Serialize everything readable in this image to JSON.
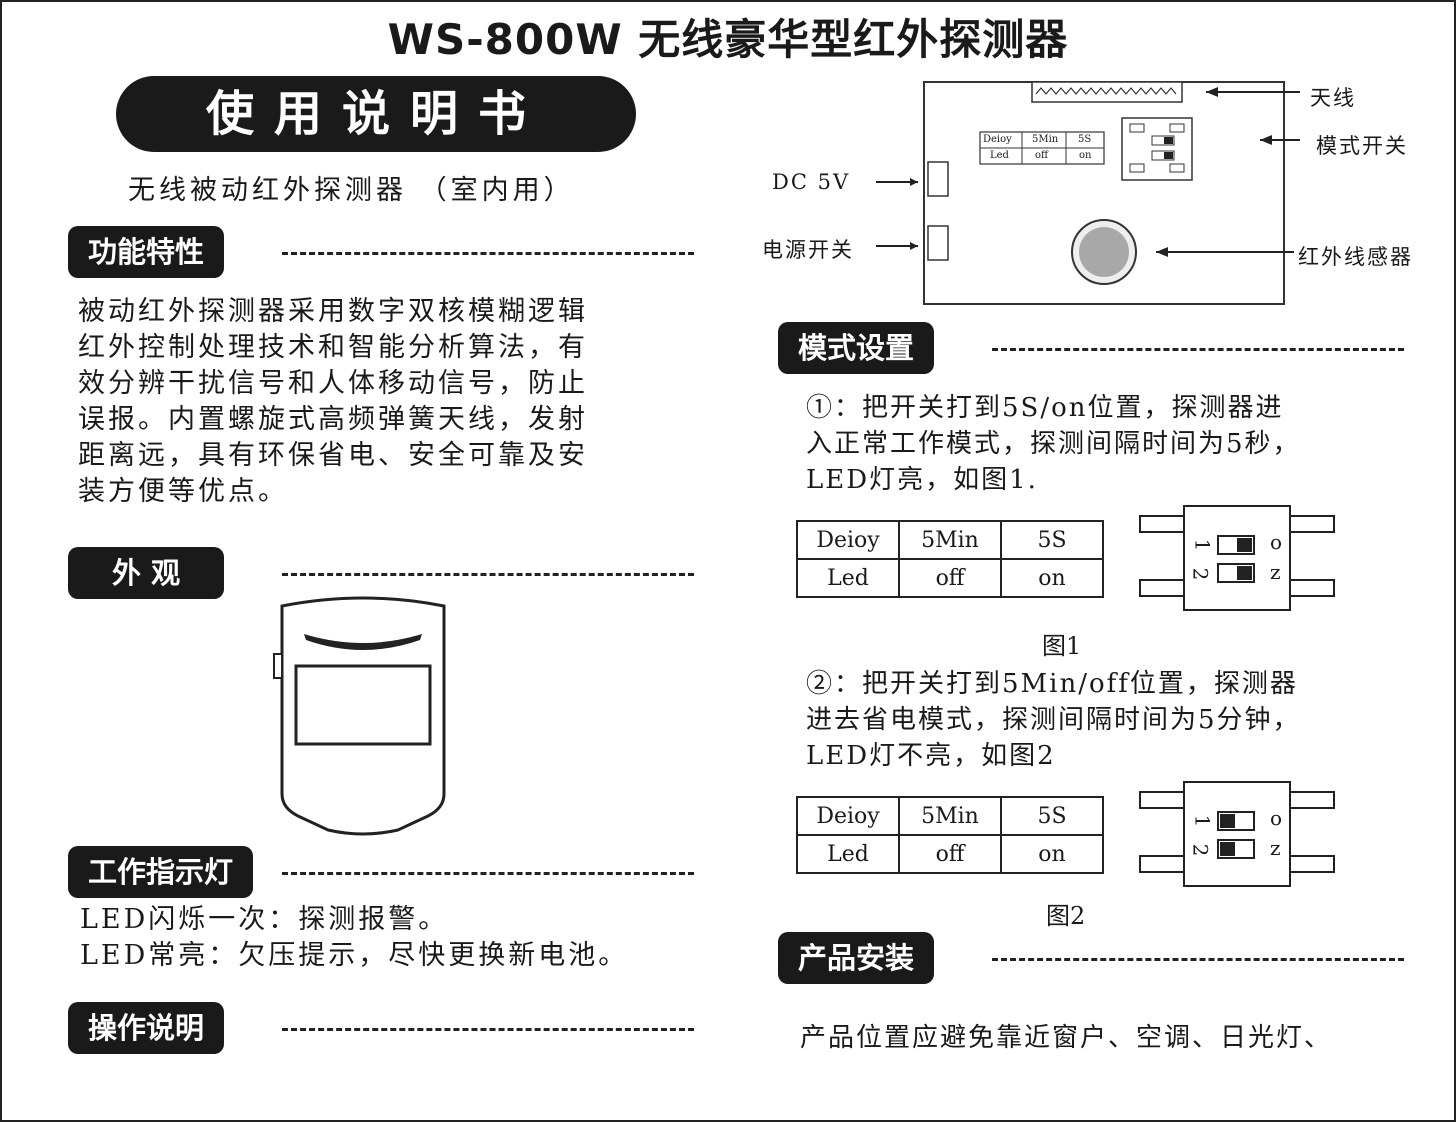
{
  "title": "WS-800W 无线豪华型红外探测器",
  "manual_label": "使用说明书",
  "subtitle": "无线被动红外探测器 （室内用）",
  "sections": {
    "features": {
      "heading": "功能特性",
      "lines": [
        "被动红外探测器采用数字双核模糊逻辑",
        "红外控制处理技术和智能分析算法，有",
        "效分辨干扰信号和人体移动信号，防止",
        "误报。内置螺旋式高频弹簧天线，发射",
        "距离远，具有环保省电、安全可靠及安",
        "装方便等优点。"
      ]
    },
    "appearance": {
      "heading": "外  观"
    },
    "indicator": {
      "heading": "工作指示灯",
      "lines": [
        "LED闪烁一次：探测报警。",
        "LED常亮：欠压提示，尽快更换新电池。"
      ]
    },
    "operation": {
      "heading": "操作说明"
    },
    "mode": {
      "heading": "模式设置",
      "step1": [
        "①：把开关打到5S/on位置，探测器进",
        "入正常工作模式，探测间隔时间为5秒，",
        "LED灯亮，如图1."
      ],
      "fig1": "图1",
      "step2": [
        "②：把开关打到5Min/off位置，探测器",
        "进去省电模式，探测间隔时间为5分钟，",
        "LED灯不亮，如图2"
      ],
      "fig2": "图2"
    },
    "install": {
      "heading": "产品安装",
      "text": "产品位置应避免靠近窗户、空调、日光灯、"
    }
  },
  "board_labels": {
    "antenna": "天线",
    "mode_switch": "模式开关",
    "dc": "DC 5V",
    "power_switch": "电源开关",
    "ir_sensor": "红外线感器"
  },
  "switch_table": {
    "row1": [
      "Deioy",
      "5Min",
      "5S"
    ],
    "row2": [
      "Led",
      "off",
      "on"
    ]
  },
  "dip": {
    "n1": "1",
    "n2": "2",
    "o": "o",
    "z": "z"
  }
}
